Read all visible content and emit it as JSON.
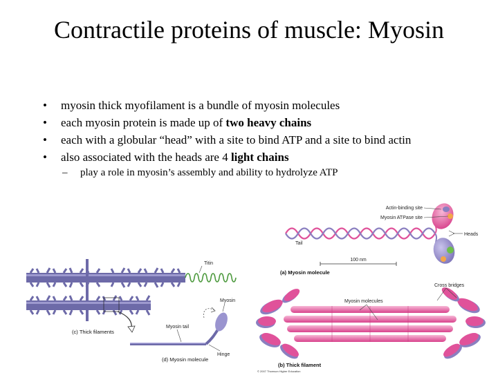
{
  "title": "Contractile proteins of muscle: Myosin",
  "bullets": [
    {
      "text": "myosin thick myofilament is a bundle of myosin molecules",
      "bold": ""
    },
    {
      "text": "each myosin protein is made up of ",
      "bold": "two heavy chains"
    },
    {
      "text": "each with a globular “head” with a site to bind ATP and a site to bind actin",
      "bold": ""
    },
    {
      "text": "also associated with the heads are 4 ",
      "bold": "light chains"
    }
  ],
  "sub_bullet": "play a role in myosin’s assembly and ability to hydrolyze ATP",
  "figure_a": {
    "actin_binding_site": "Actin-binding site",
    "atpase_site": "Myosin ATPase site",
    "heads": "Heads",
    "tail": "Tail",
    "scale": "100 nm",
    "caption_letter": "(a)",
    "caption": "Myosin molecule"
  },
  "figure_b": {
    "cross_bridges": "Cross bridges",
    "myosin_molecules": "Myosin molecules",
    "caption_letter": "(b)",
    "caption": "Thick filament",
    "copyright": "© 2007 Thomson Higher Education"
  },
  "figure_c": {
    "titin": "Titin",
    "caption_letter": "(c)",
    "caption": "Thick filaments"
  },
  "figure_d": {
    "myosin": "Myosin",
    "myosin_tail": "Myosin tail",
    "hinge": "Hinge",
    "caption_letter": "(d)",
    "caption": "Myosin molecule"
  },
  "colors": {
    "pink": "#e0529a",
    "light_pink": "#f19ac6",
    "purple": "#8a7fc0",
    "lavender": "#a9a3d6",
    "green": "#6dbf4a",
    "orange": "#f3a64a",
    "filament": "#6d6aa8",
    "titin": "#4d9a3e"
  },
  "icons": [
    "bullet-dot-icon",
    "dash-icon"
  ]
}
